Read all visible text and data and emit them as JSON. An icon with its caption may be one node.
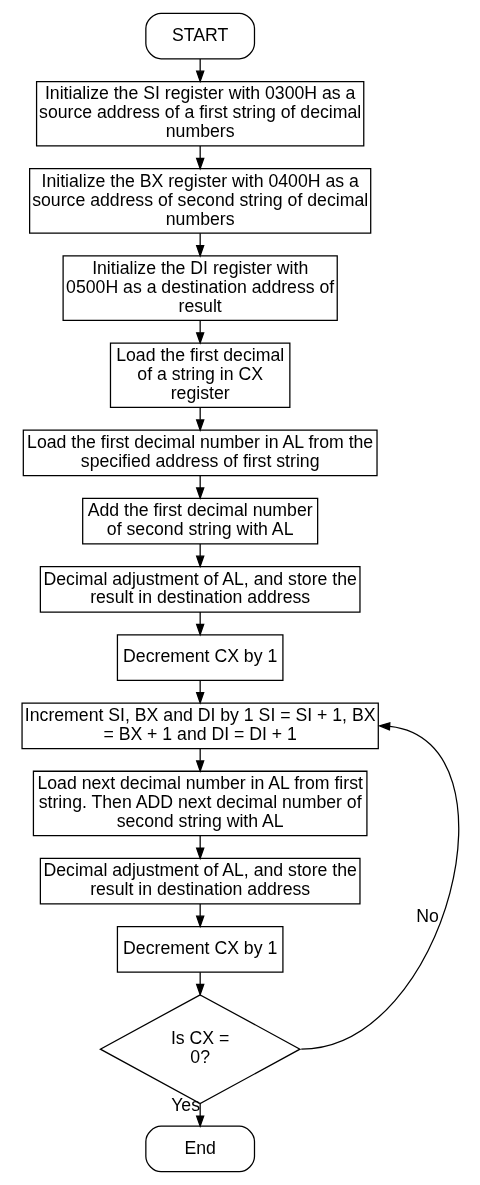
{
  "diagram": {
    "nodes": [
      {
        "text": [
          "START"
        ]
      },
      {
        "text": [
          "Initialize the SI register with 0300H as a source address of a first string of decimal numbers"
        ]
      },
      {
        "text": [
          "Initialize the BX register with 0400H as a source address of second string of decimal numbers"
        ]
      },
      {
        "text": [
          "Initialize the DI register with 0500H as a destination address of result"
        ]
      },
      {
        "text": [
          "Load the first decimal of a string in CX register"
        ]
      },
      {
        "text": [
          "Load the first decimal number in AL from the specified address of first string"
        ]
      },
      {
        "text": [
          "Add the first decimal number of second string with AL"
        ]
      },
      {
        "text": [
          "Decimal adjustment of AL, and store the result in destination address"
        ]
      },
      {
        "text": [
          "Decrement CX by 1"
        ]
      },
      {
        "text": [
          "Increment SI, BX and DI by 1 SI = SI + 1, BX = BX + 1 and DI = DI + 1"
        ]
      },
      {
        "text": [
          "Load next decimal number in AL from first string. Then ADD next decimal number of second string with AL"
        ]
      },
      {
        "text": [
          "Decimal adjustment of AL, and store the result in destination address"
        ]
      },
      {
        "text": [
          "Decrement CX by 1"
        ]
      },
      {
        "text": [
          "Is CX = 0?"
        ]
      },
      {
        "text": [
          "End"
        ]
      }
    ],
    "edges": [
      {
        "from": 0,
        "to": 1,
        "arrow": "to"
      },
      {
        "from": 1,
        "to": 2,
        "arrow": "to"
      },
      {
        "from": 2,
        "to": 3,
        "arrow": "to"
      },
      {
        "from": 3,
        "to": 4,
        "arrow": "to"
      },
      {
        "from": 4,
        "to": 5,
        "arrow": "to"
      },
      {
        "from": 5,
        "to": 6,
        "arrow": "to"
      },
      {
        "from": 6,
        "to": 7,
        "arrow": "to"
      },
      {
        "from": 7,
        "to": 8,
        "arrow": "to"
      },
      {
        "from": 8,
        "to": 9,
        "arrow": "to"
      },
      {
        "from": 9,
        "to": 10,
        "arrow": "to"
      },
      {
        "from": 10,
        "to": 11,
        "arrow": "to"
      },
      {
        "from": 11,
        "to": 12,
        "arrow": "to"
      },
      {
        "from": 12,
        "to": 13,
        "arrow": "to"
      },
      {
        "from": 13,
        "to": 9,
        "arrow": "to",
        "label": "No"
      },
      {
        "from": 13,
        "to": 14,
        "arrow": "to",
        "label": "Yes"
      }
    ]
  }
}
